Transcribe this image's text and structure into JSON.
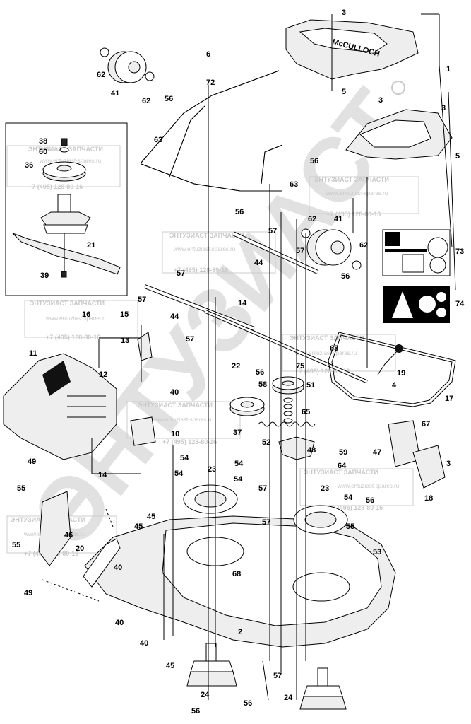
{
  "diagram": {
    "watermark_big": "ЭНТУЗИАСТ",
    "watermark_box": {
      "line1": "ЭНТУЗИАСТ ЗАПЧАСТИ",
      "line2": "www.entuziast-spares.ru",
      "line3": "+7 (495) 128-80-16"
    },
    "brand_text": "McCULLOCH",
    "parts": [
      {
        "id": "p3a",
        "label": "3"
      },
      {
        "id": "p1",
        "label": "1"
      },
      {
        "id": "p5a",
        "label": "5"
      },
      {
        "id": "p3b",
        "label": "3"
      },
      {
        "id": "p3c",
        "label": "3"
      },
      {
        "id": "p5b",
        "label": "5"
      },
      {
        "id": "p6",
        "label": "6"
      },
      {
        "id": "p62a",
        "label": "62"
      },
      {
        "id": "p41a",
        "label": "41"
      },
      {
        "id": "p62b",
        "label": "62"
      },
      {
        "id": "p72",
        "label": "72"
      },
      {
        "id": "p56a",
        "label": "56"
      },
      {
        "id": "p38",
        "label": "38"
      },
      {
        "id": "p60",
        "label": "60"
      },
      {
        "id": "p36",
        "label": "36"
      },
      {
        "id": "p63a",
        "label": "63"
      },
      {
        "id": "p56b",
        "label": "56"
      },
      {
        "id": "p63b",
        "label": "63"
      },
      {
        "id": "p21",
        "label": "21"
      },
      {
        "id": "p39",
        "label": "39"
      },
      {
        "id": "p56c",
        "label": "56"
      },
      {
        "id": "p57a",
        "label": "57"
      },
      {
        "id": "p62c",
        "label": "62"
      },
      {
        "id": "p41b",
        "label": "41"
      },
      {
        "id": "p57b",
        "label": "57"
      },
      {
        "id": "p44a",
        "label": "44"
      },
      {
        "id": "p62d",
        "label": "62"
      },
      {
        "id": "p56d",
        "label": "56"
      },
      {
        "id": "p73",
        "label": "73"
      },
      {
        "id": "p57c",
        "label": "57"
      },
      {
        "id": "p57d",
        "label": "57"
      },
      {
        "id": "p74",
        "label": "74"
      },
      {
        "id": "p16",
        "label": "16"
      },
      {
        "id": "p15",
        "label": "15"
      },
      {
        "id": "p44b",
        "label": "44"
      },
      {
        "id": "p14a",
        "label": "14"
      },
      {
        "id": "p13",
        "label": "13"
      },
      {
        "id": "p57e",
        "label": "57"
      },
      {
        "id": "p68a",
        "label": "68"
      },
      {
        "id": "p11",
        "label": "11"
      },
      {
        "id": "p12",
        "label": "12"
      },
      {
        "id": "p22",
        "label": "22"
      },
      {
        "id": "p75",
        "label": "75"
      },
      {
        "id": "p19",
        "label": "19"
      },
      {
        "id": "p56e",
        "label": "56"
      },
      {
        "id": "p58",
        "label": "58"
      },
      {
        "id": "p51",
        "label": "51"
      },
      {
        "id": "p4",
        "label": "4"
      },
      {
        "id": "p40a",
        "label": "40"
      },
      {
        "id": "p65",
        "label": "65"
      },
      {
        "id": "p17",
        "label": "17"
      },
      {
        "id": "p37",
        "label": "37"
      },
      {
        "id": "p10",
        "label": "10"
      },
      {
        "id": "p52",
        "label": "52"
      },
      {
        "id": "p48",
        "label": "48"
      },
      {
        "id": "p67",
        "label": "67"
      },
      {
        "id": "p14b",
        "label": "14"
      },
      {
        "id": "p54a",
        "label": "54"
      },
      {
        "id": "p54b",
        "label": "54"
      },
      {
        "id": "p59",
        "label": "59"
      },
      {
        "id": "p47",
        "label": "47"
      },
      {
        "id": "p49a",
        "label": "49"
      },
      {
        "id": "p23a",
        "label": "23"
      },
      {
        "id": "p64",
        "label": "64"
      },
      {
        "id": "p3d",
        "label": "3"
      },
      {
        "id": "p55a",
        "label": "55"
      },
      {
        "id": "p54c",
        "label": "54"
      },
      {
        "id": "p54d",
        "label": "54"
      },
      {
        "id": "p57f",
        "label": "57"
      },
      {
        "id": "p23b",
        "label": "23"
      },
      {
        "id": "p18",
        "label": "18"
      },
      {
        "id": "p54e",
        "label": "54"
      },
      {
        "id": "p45a",
        "label": "45"
      },
      {
        "id": "p57g",
        "label": "57"
      },
      {
        "id": "p56f",
        "label": "56"
      },
      {
        "id": "p46",
        "label": "46"
      },
      {
        "id": "p45b",
        "label": "45"
      },
      {
        "id": "p55b",
        "label": "55"
      },
      {
        "id": "p55c",
        "label": "55"
      },
      {
        "id": "p20",
        "label": "20"
      },
      {
        "id": "p53",
        "label": "53"
      },
      {
        "id": "p40b",
        "label": "40"
      },
      {
        "id": "p68b",
        "label": "68"
      },
      {
        "id": "p49b",
        "label": "49"
      },
      {
        "id": "p40c",
        "label": "40"
      },
      {
        "id": "p2",
        "label": "2"
      },
      {
        "id": "p40d",
        "label": "40"
      },
      {
        "id": "p45c",
        "label": "45"
      },
      {
        "id": "p57h",
        "label": "57"
      },
      {
        "id": "p24a",
        "label": "24"
      },
      {
        "id": "p56g",
        "label": "56"
      },
      {
        "id": "p24b",
        "label": "24"
      },
      {
        "id": "p56h",
        "label": "56"
      }
    ]
  }
}
